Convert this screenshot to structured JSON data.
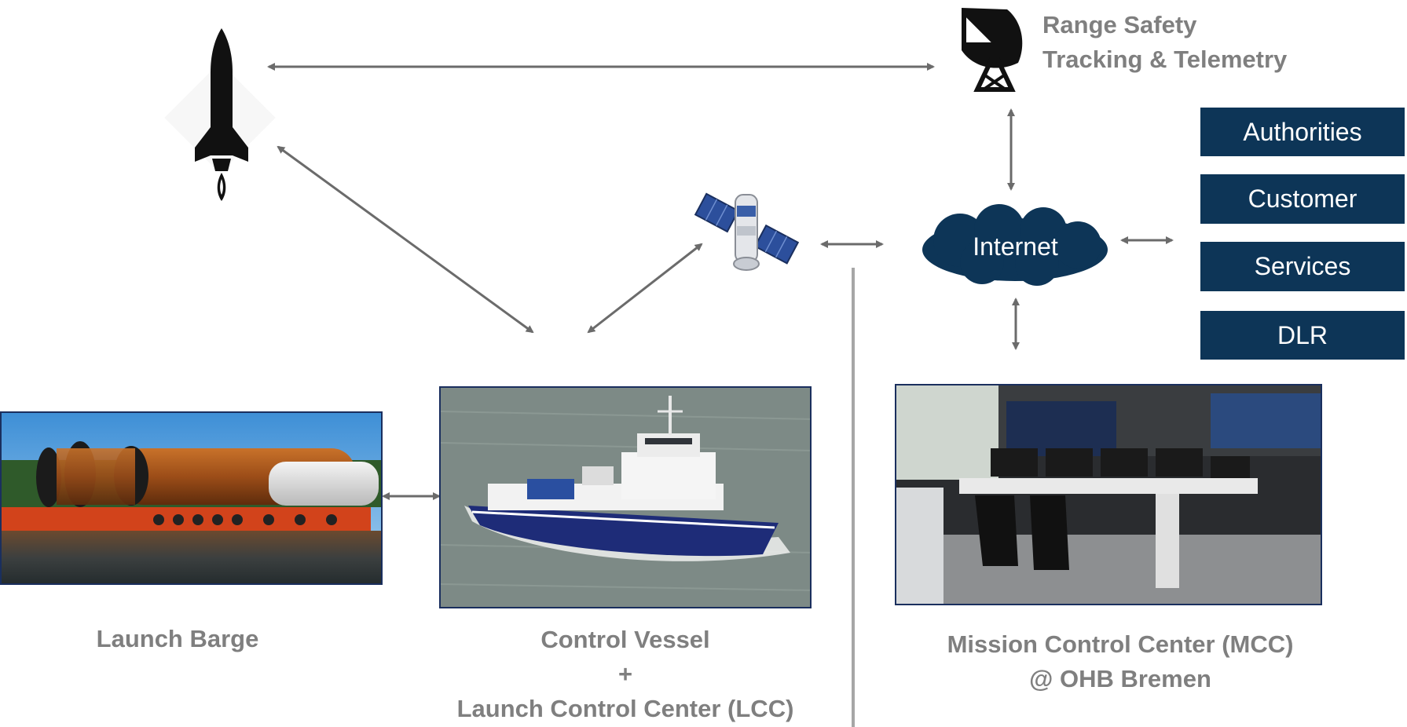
{
  "range_safety": {
    "line1": "Range Safety",
    "line2": "Tracking & Telemetry"
  },
  "internet": {
    "label": "Internet"
  },
  "stakeholders": [
    {
      "label": "Authorities"
    },
    {
      "label": "Customer"
    },
    {
      "label": "Services"
    },
    {
      "label": "DLR"
    }
  ],
  "labels": {
    "launch_barge": "Launch Barge",
    "control_vessel_line1": "Control Vessel",
    "control_vessel_line2": "+",
    "control_vessel_line3": "Launch Control Center (LCC)",
    "mcc_line1": "Mission Control Center (MCC)",
    "mcc_line2": "@ OHB Bremen"
  },
  "colors": {
    "box": "#0d3557",
    "text": "#7f7f7f",
    "arrow": "#6b6b6b"
  },
  "icons": [
    "rocket-icon",
    "satellite-dish-icon",
    "satellite-icon",
    "cloud-icon"
  ]
}
